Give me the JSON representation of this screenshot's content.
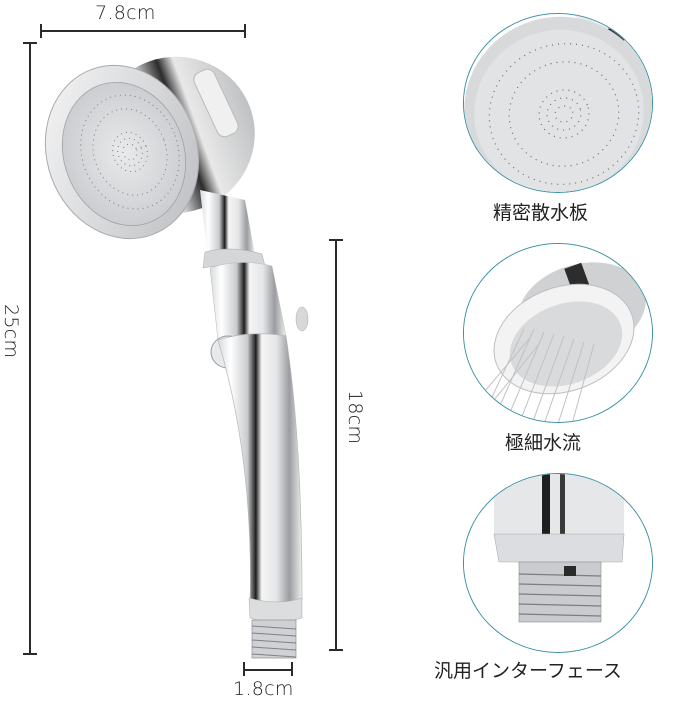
{
  "dimensions": {
    "width_head": "7.8cm",
    "total_length": "25cm",
    "handle_length": "18cm",
    "connector_width": "1.8cm"
  },
  "features": [
    {
      "label": "精密散水板",
      "image": "spray-plate-closeup"
    },
    {
      "label": "極細水流",
      "image": "fine-water-stream-closeup"
    },
    {
      "label": "汎用インターフェース",
      "image": "universal-connector-closeup"
    }
  ],
  "colors": {
    "circle_border": "#3a8fa3",
    "dimension_line": "#2a2a2a",
    "chrome_light": "#f2f3f4",
    "chrome_dark": "#1c1c1c"
  }
}
